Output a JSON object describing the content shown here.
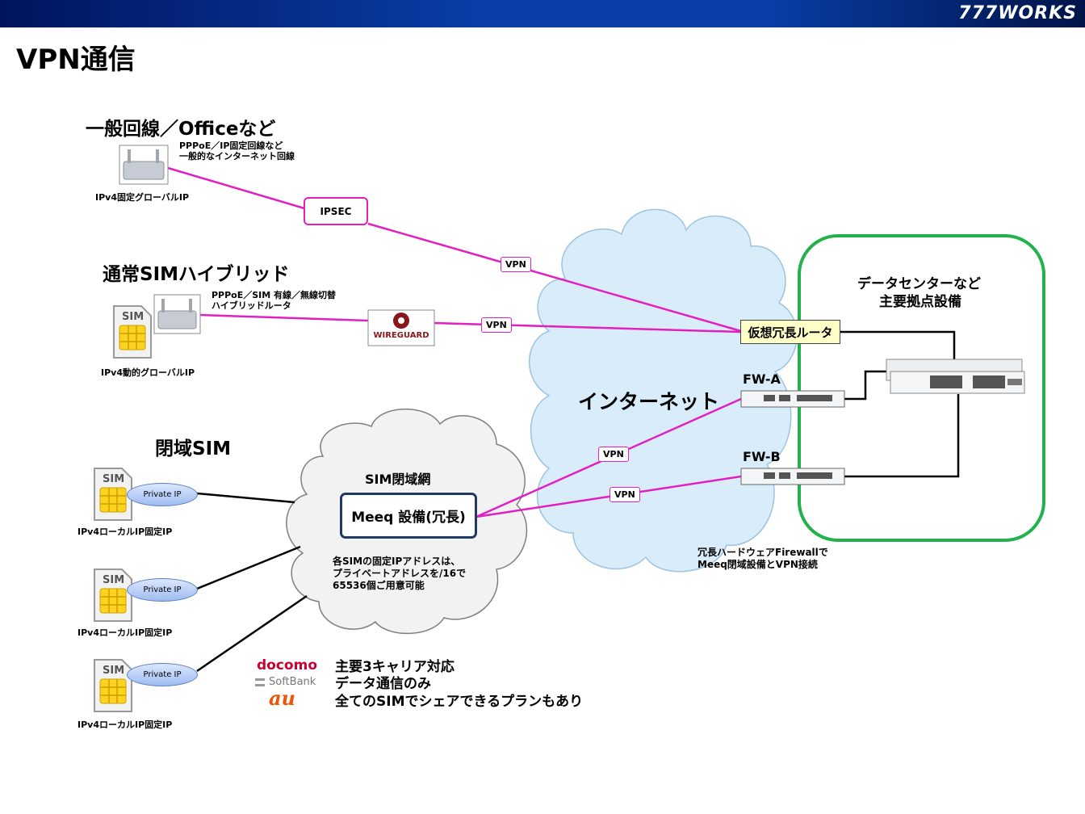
{
  "header": {
    "brand": "777WORKS"
  },
  "page": {
    "title": "VPN通信"
  },
  "sections": {
    "office": {
      "heading": "一般回線／Officeなど",
      "desc_line1": "PPPoE／IP固定回線など",
      "desc_line2": "一般的なインターネット回線",
      "ip_label": "IPv4固定グローバルIP"
    },
    "hybrid": {
      "heading": "通常SIMハイブリッド",
      "desc_line1": "PPPoE／SIM 有線／無線切替",
      "desc_line2": "ハイブリッドルータ",
      "ip_label": "IPv4動的グローバルIP"
    },
    "closed": {
      "heading": "閉域SIM"
    }
  },
  "tunnels": {
    "ipsec": "IPSEC",
    "vpn": "VPN",
    "wireguard": "WIREGUARD"
  },
  "internet": {
    "label": "インターネット"
  },
  "sim_network": {
    "label": "SIM閉域網",
    "equipment": "Meeq 設備(冗長)",
    "note_line1": "各SIMの固定IPアドレスは、",
    "note_line2": "プライベートアドレスを/16で",
    "note_line3": "65536個ご用意可能"
  },
  "sims": [
    {
      "card": "SIM",
      "ip": "Private IP",
      "label": "IPv4ローカルIP固定IP"
    },
    {
      "card": "SIM",
      "ip": "Private IP",
      "label": "IPv4ローカルIP固定IP"
    },
    {
      "card": "SIM",
      "ip": "Private IP",
      "label": "IPv4ローカルIP固定IP"
    }
  ],
  "hybrid_sim": {
    "card": "SIM"
  },
  "datacenter": {
    "title_line1": "データセンターなど",
    "title_line2": "主要拠点設備",
    "router": "仮想冗長ルータ",
    "fw_a": "FW-A",
    "fw_b": "FW-B",
    "fw_note_line1": "冗長ハードウェアFirewallで",
    "fw_note_line2": "Meeq閉域設備とVPN接続"
  },
  "carriers": {
    "docomo": "docomo",
    "softbank": "SoftBank",
    "au": "au",
    "line1": "主要3キャリア対応",
    "line2": "データ通信のみ",
    "line3": "全てのSIMでシェアできるプランもあり"
  },
  "colors": {
    "vpn_line": "#e020c0",
    "datacenter_border": "#22b14c",
    "cloud_fill": "#d9ecfa",
    "sim_cloud_fill": "#f2f2f2",
    "equipment_border": "#1f3864",
    "router_fill": "#ffffc8"
  }
}
